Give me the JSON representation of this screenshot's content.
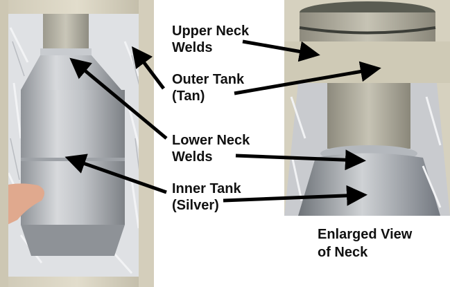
{
  "labels": {
    "upper_neck_welds": "Upper Neck\nWelds",
    "outer_tank": "Outer Tank\n(Tan)",
    "lower_neck_welds": "Lower Neck\nWelds",
    "inner_tank": "Inner Tank\n(Silver)"
  },
  "caption": "Enlarged View\nof Neck",
  "colors": {
    "arrow": "#000000",
    "outer_tank_tan": "#d8d3c1",
    "inner_tank_silver": "#b9bcc0",
    "insulation": "#e9eaec"
  }
}
